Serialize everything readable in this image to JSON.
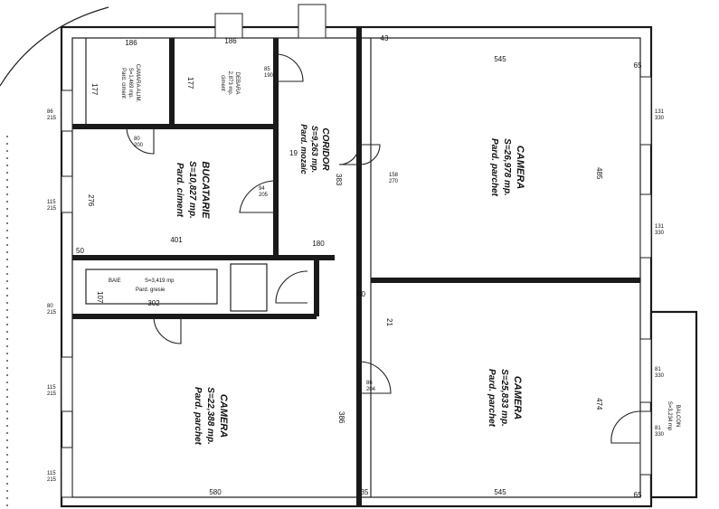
{
  "rooms": {
    "camera_top_right": {
      "name": "CAMERA",
      "area": "S=26,978 mp.",
      "floor": "Pard. parchet"
    },
    "camera_bottom_right": {
      "name": "CAMERA",
      "area": "S=25,833 mp.",
      "floor": "Pard. parchet"
    },
    "camera_bottom_left": {
      "name": "CAMERA",
      "area": "S=22,388 mp.",
      "floor": "Pard. parchet"
    },
    "bucatarie": {
      "name": "BUCATARIE",
      "area": "S=10,827 mp.",
      "floor": "Pard. ciment"
    },
    "coridor": {
      "name": "CORIDOR",
      "area": "S=9,263 mp.",
      "floor": "Pard. mozaic"
    },
    "baie": {
      "name": "BAIE",
      "area": "S=3,419 mp",
      "floor": "Pard. gresie"
    },
    "camara": {
      "name": "CAMARA ALIM.",
      "area": "S=1,469 mp.",
      "floor": "Pard. ciment"
    },
    "debara": {
      "name": "DEBARA",
      "area": "2,873 mp.",
      "floor": "ciment"
    },
    "balcon": {
      "name": "BALCON",
      "area": "S=3,234 mp"
    }
  },
  "dimensions": {
    "top_186a": "186",
    "top_186b": "186",
    "top_43": "43",
    "top_545": "545",
    "top_65": "65",
    "d_177a": "177",
    "d_177b": "177",
    "d_85_190": "85\n190",
    "d_80_200": "80\n200",
    "d_401": "401",
    "d_180": "180",
    "d_19": "19",
    "d_94_205": "94\n205",
    "d_580": "580",
    "d_35": "35",
    "d_545b": "545",
    "d_65b": "65",
    "d_485": "485",
    "d_474": "474",
    "d_386": "386",
    "d_383": "383",
    "d_276": "276",
    "d_107": "107",
    "d_302": "302",
    "d_50a": "50",
    "d_50b": "50",
    "d_21": "21",
    "d_131a": "131\n330",
    "d_131b": "131\n330",
    "d_81a": "81\n330",
    "d_81b": "81\n330",
    "d_158_270": "158\n270",
    "d_86_204": "86\n204",
    "d_115a": "115\n215",
    "d_115b": "115\n215",
    "d_115c": "115\n215",
    "d_86_215": "86\n215",
    "d_80_215": "80\n215"
  }
}
